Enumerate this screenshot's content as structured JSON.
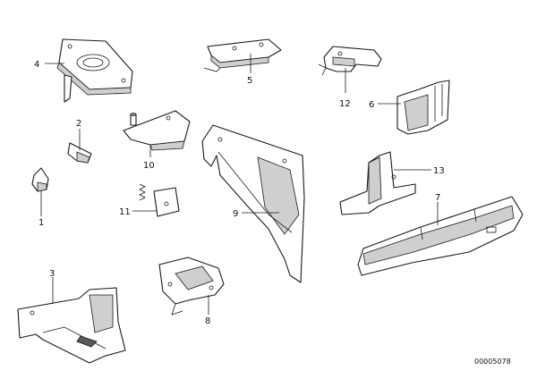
{
  "diagram": {
    "callouts": [
      "1",
      "2",
      "3",
      "4",
      "5",
      "6",
      "7",
      "8",
      "9",
      "10",
      "11",
      "12",
      "13"
    ],
    "document_number": "00005078"
  }
}
